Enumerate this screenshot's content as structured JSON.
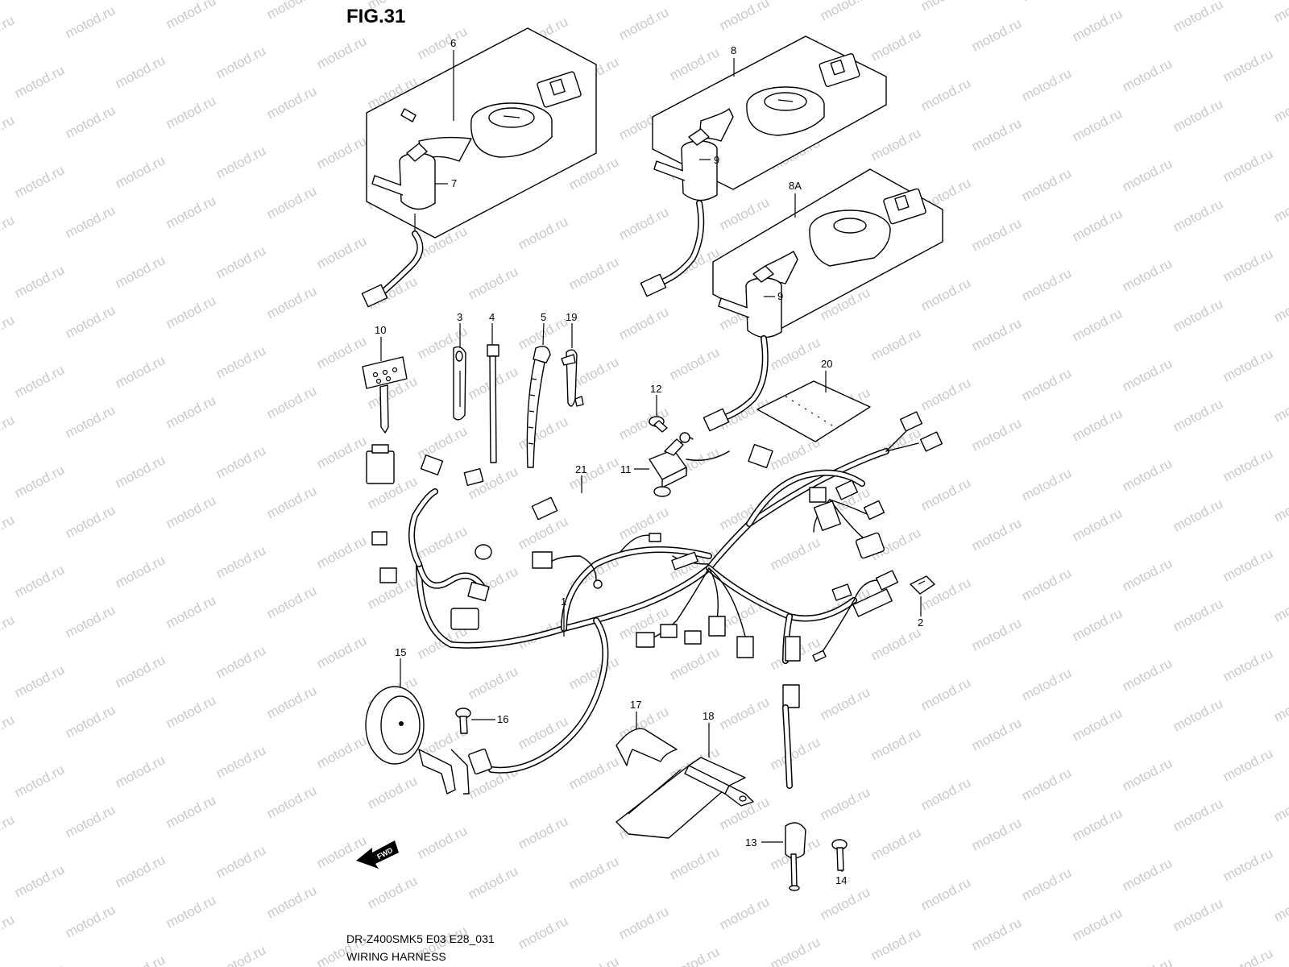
{
  "figure_label": "FIG.31",
  "watermark_text": "motod.ru",
  "fwd_label": "FWD",
  "model_code": "DR-Z400SMK5 E03 E28_031",
  "diagram_title": "WIRING HARNESS",
  "callouts": {
    "c1": "1",
    "c2": "2",
    "c3": "3",
    "c4": "4",
    "c5": "5",
    "c6": "6",
    "c7": "7",
    "c8": "8",
    "c8a": "8A",
    "c9a": "9",
    "c9b": "9",
    "c10": "10",
    "c11": "11",
    "c12": "12",
    "c13": "13",
    "c14": "14",
    "c15": "15",
    "c16": "16",
    "c17": "17",
    "c18": "18",
    "c19": "19",
    "c20": "20",
    "c21": "21"
  },
  "colors": {
    "line": "#000000",
    "watermark": "#c9c9c9",
    "background": "#ffffff"
  }
}
